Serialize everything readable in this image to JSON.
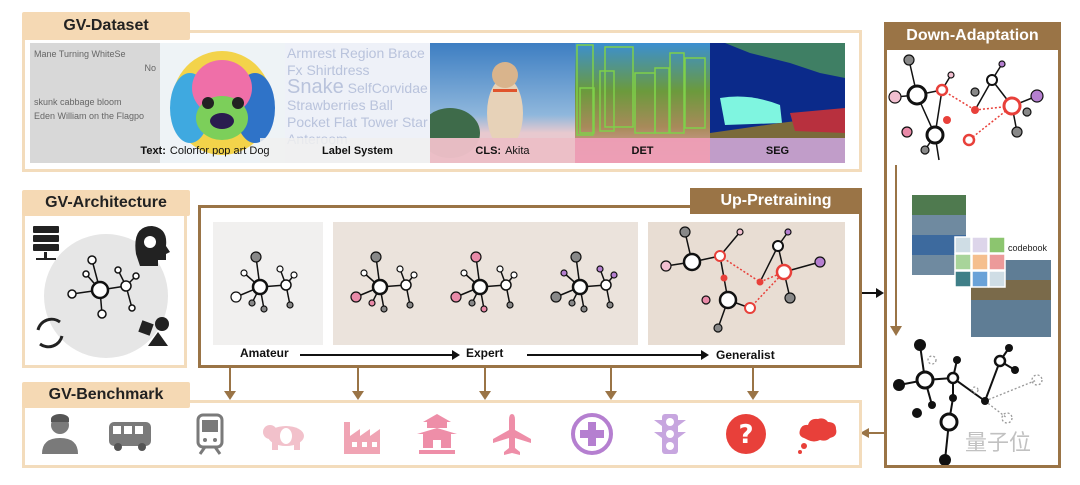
{
  "dataset": {
    "title": "GV-Dataset",
    "segments": [
      {
        "label_key": "Text:",
        "label": "Colorfor pop art Dog"
      },
      {
        "label_key": "",
        "label": "Label System"
      },
      {
        "label_key": "CLS:",
        "label": "Akita"
      },
      {
        "label_key": "",
        "label": "DET"
      },
      {
        "label_key": "",
        "label": "SEG"
      }
    ],
    "wordcloud": [
      "Armrest",
      "Region",
      "Brace",
      "Fx",
      "Shirtdress",
      "Snake",
      "Self",
      "Corvidae",
      "Strawberries",
      "Ball",
      "Pocket",
      "Flat",
      "Tower",
      "Star",
      "Anteroom"
    ],
    "text_snippets": [
      "Mane Turning WhiteSe",
      "No",
      "skunk cabbage bloom",
      "Eden William on the Flagpo"
    ]
  },
  "architecture": {
    "title": "GV-Architecture"
  },
  "pretraining": {
    "title": "Up-Pretraining",
    "stages": [
      "Amateur",
      "Expert",
      "Generalist"
    ]
  },
  "adaptation": {
    "title": "Down-Adaptation",
    "codebook_label": "codebook"
  },
  "benchmark": {
    "title": "GV-Benchmark",
    "icons": [
      "person-icon",
      "bus-icon",
      "train-icon",
      "panda-icon",
      "factory-icon",
      "pagoda-icon",
      "airplane-icon",
      "medical-cross-icon",
      "traffic-light-icon",
      "question-icon",
      "thought-bubble-icon"
    ]
  },
  "watermark": "量子位",
  "colors": {
    "brown": "#9a7446",
    "tan": "#f5d9b4",
    "red": "#e8403a",
    "pink": "#e98aa8",
    "purple": "#b57fd0",
    "gray": "#7a7a7a"
  }
}
